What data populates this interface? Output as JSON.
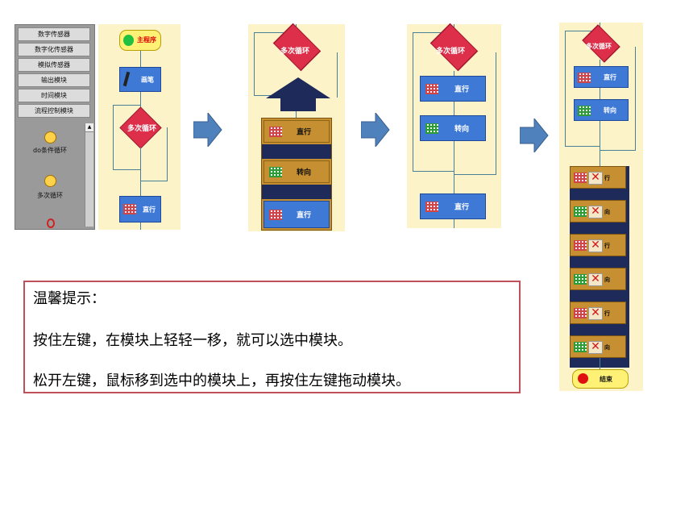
{
  "palette": {
    "buttons": [
      "数字传感器",
      "数字化传感器",
      "模拟传感器",
      "输出模块",
      "时间模块",
      "流程控制模块"
    ],
    "items": [
      {
        "label": "do条件循环",
        "icon": "face-icon"
      },
      {
        "label": "多次循环",
        "icon": "face-icon"
      }
    ]
  },
  "panel1": {
    "start_label": "主程序",
    "pen_label": "画笔",
    "loop_label": "多次循环",
    "straight_label": "直行"
  },
  "panel2": {
    "loop_label": "多次循环",
    "straight_label": "直行",
    "turn_label": "转向",
    "straight2_label": "直行"
  },
  "panel3": {
    "loop_label": "多次循环",
    "straight_label": "直行",
    "turn_label": "转向",
    "straight2_label": "直行"
  },
  "panel4": {
    "loop_label": "多次循环",
    "straight_label": "直行",
    "turn_label": "转向",
    "mini_labels": [
      "行",
      "向",
      "行",
      "向",
      "行",
      "向"
    ],
    "end_label": "结束"
  },
  "tip": {
    "title": "温馨提示：",
    "line1": "按住左键，在模块上轻轻一移，就可以选中模块。",
    "line2": "松开左键，鼠标移到选中的模块上，再按住左键拖动模块。"
  },
  "colors": {
    "block_blue": "#3f79d6",
    "loop_red": "#dd2f4a",
    "gold": "#c68f32",
    "arrow_blue": "#4f81bd",
    "tip_border": "#c0505a"
  }
}
